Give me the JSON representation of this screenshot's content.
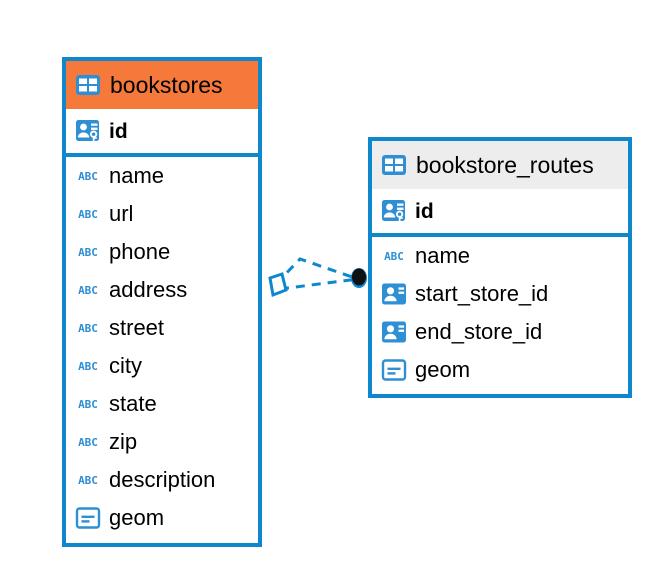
{
  "diagram": {
    "type": "entity-relationship-diagram",
    "background": "#ffffff",
    "accent_blue": "#0f87cc",
    "icon_blue": "#2e8fd4",
    "highlight_orange": "#f4793b",
    "header_gray": "#ededed"
  },
  "entities": [
    {
      "id": "bookstores",
      "title": "bookstores",
      "header_color": "#f4793b",
      "title_icon": "table-icon",
      "primary_keys": [
        {
          "name": "id",
          "icon": "primary-key-icon",
          "type": "pk"
        }
      ],
      "fields": [
        {
          "name": "name",
          "icon": "abc-string-icon",
          "type": "string",
          "icon_text": "ABC"
        },
        {
          "name": "url",
          "icon": "abc-string-icon",
          "type": "string",
          "icon_text": "ABC"
        },
        {
          "name": "phone",
          "icon": "abc-string-icon",
          "type": "string",
          "icon_text": "ABC"
        },
        {
          "name": "address",
          "icon": "abc-string-icon",
          "type": "string",
          "icon_text": "ABC"
        },
        {
          "name": "street",
          "icon": "abc-string-icon",
          "type": "string",
          "icon_text": "ABC"
        },
        {
          "name": "city",
          "icon": "abc-string-icon",
          "type": "string",
          "icon_text": "ABC"
        },
        {
          "name": "state",
          "icon": "abc-string-icon",
          "type": "string",
          "icon_text": "ABC"
        },
        {
          "name": "zip",
          "icon": "abc-string-icon",
          "type": "string",
          "icon_text": "ABC"
        },
        {
          "name": "description",
          "icon": "abc-string-icon",
          "type": "string",
          "icon_text": "ABC"
        },
        {
          "name": "geom",
          "icon": "geometry-icon",
          "type": "geometry"
        }
      ]
    },
    {
      "id": "bookstore_routes",
      "title": "bookstore_routes",
      "header_color": "#ededed",
      "title_icon": "table-icon",
      "primary_keys": [
        {
          "name": "id",
          "icon": "primary-key-icon",
          "type": "pk"
        }
      ],
      "fields": [
        {
          "name": "name",
          "icon": "abc-string-icon",
          "type": "string",
          "icon_text": "ABC"
        },
        {
          "name": "start_store_id",
          "icon": "foreign-key-icon",
          "type": "fk"
        },
        {
          "name": "end_store_id",
          "icon": "foreign-key-icon",
          "type": "fk"
        },
        {
          "name": "geom",
          "icon": "geometry-icon",
          "type": "geometry"
        }
      ]
    }
  ],
  "relationship": {
    "name": "bookstores-to-bookstore-routes-relationship",
    "line_style": "dashed",
    "line_color": "#0f87cc",
    "source_marker": "rhombus-outline",
    "target_marker": "filled-circle"
  }
}
